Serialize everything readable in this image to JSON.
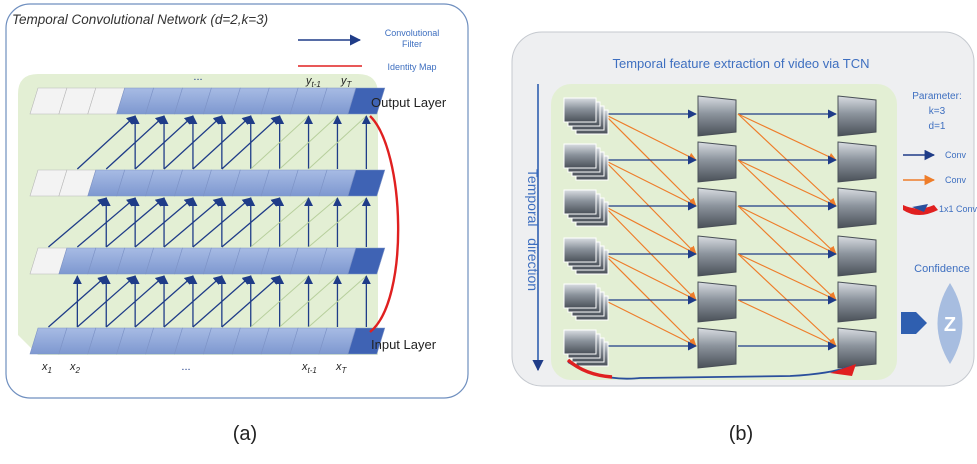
{
  "panel_a": {
    "title": "Temporal Convolutional Network  (d=2,k=3)",
    "legend": {
      "conv_line1": "Convolutional",
      "conv_line2": "Filter",
      "identity": "Identity Map"
    },
    "output_layer": "Output Layer",
    "input_layer": "Input Layer",
    "top_dots": "...",
    "y_prev": "y",
    "y_prev_sub": "t-1",
    "y_last": "y",
    "y_last_sub": "T",
    "x1": "x",
    "x1_sub": "1",
    "x2": "x",
    "x2_sub": "2",
    "bottom_dots": "...",
    "x_prev": "x",
    "x_prev_sub": "t-1",
    "x_last": "x",
    "x_last_sub": "T",
    "caption": "(a)"
  },
  "panel_b": {
    "title": "Temporal feature extraction of video via TCN",
    "axis_label": "Temporal   direction",
    "param_title": "Parameter:",
    "param_k": "k=3",
    "param_d": "d=1",
    "legend_blue": "Conv",
    "legend_orange": "Conv",
    "legend_red": "1x1 Conv",
    "confidence": "Confidence",
    "z": "Z",
    "caption": "(b)"
  },
  "colors": {
    "blue_arrow": "#1f3c88",
    "orange_arrow": "#ee7d2a",
    "identity_red": "#e02020",
    "cell_blue": "#8aa3d6",
    "cell_dark": "#3f63b4",
    "green_panel": "#e3efd4",
    "title_blue": "#3e6fc0"
  }
}
